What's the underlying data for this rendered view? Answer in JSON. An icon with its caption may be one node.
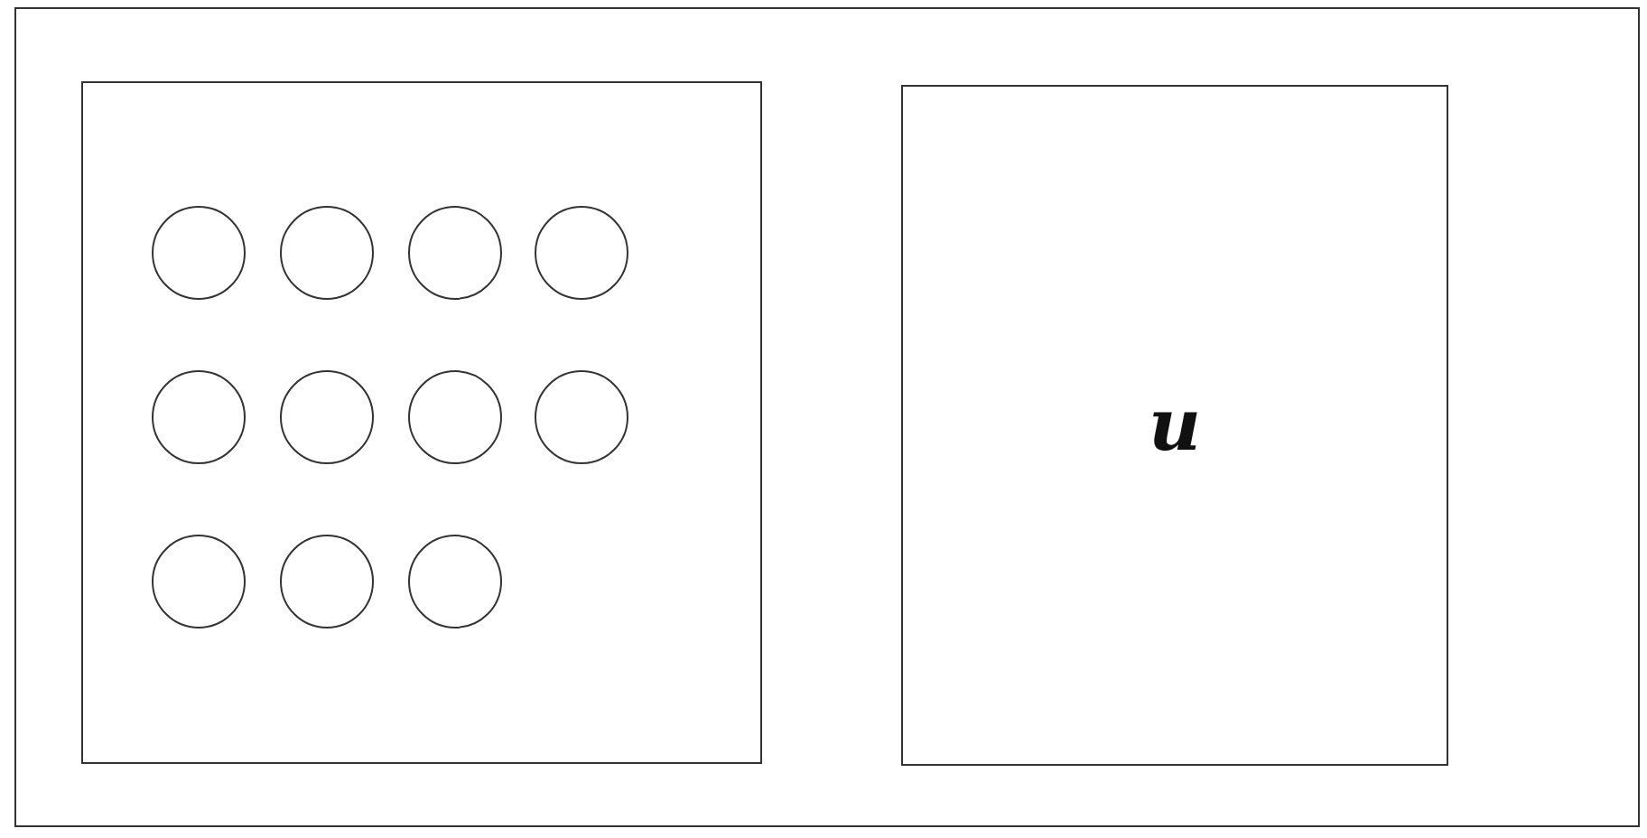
{
  "diagram": {
    "nodes": [
      {
        "text": [],
        "shape": "box"
      },
      {
        "text": [],
        "shape": "box",
        "in": 0
      },
      {
        "text": [],
        "shape": "circle",
        "in": 1
      },
      {
        "text": [],
        "shape": "circle",
        "in": 1
      },
      {
        "text": [],
        "shape": "circle",
        "in": 1
      },
      {
        "text": [],
        "shape": "circle",
        "in": 1
      },
      {
        "text": [],
        "shape": "circle",
        "in": 1
      },
      {
        "text": [],
        "shape": "circle",
        "in": 1
      },
      {
        "text": [],
        "shape": "circle",
        "in": 1
      },
      {
        "text": [],
        "shape": "circle",
        "in": 1
      },
      {
        "text": [],
        "shape": "circle",
        "in": 1
      },
      {
        "text": [],
        "shape": "circle",
        "in": 1
      },
      {
        "text": [],
        "shape": "circle",
        "in": 1
      },
      {
        "text": [
          "u"
        ],
        "in": 0
      }
    ]
  }
}
